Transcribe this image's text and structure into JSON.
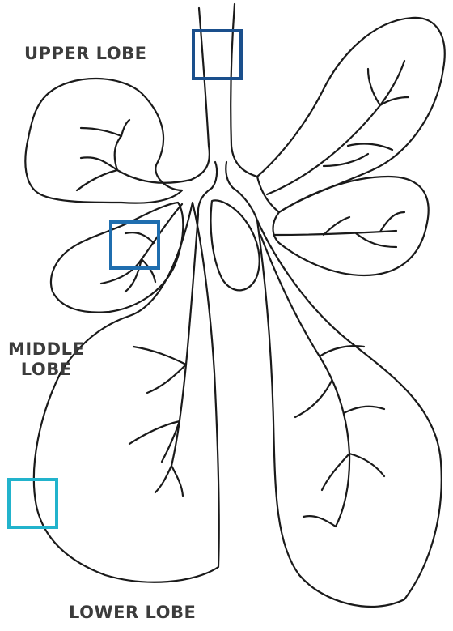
{
  "labels": {
    "upper": "UPPER LOBE",
    "middle_line1": "MIDDLE",
    "middle_line2": "LOBE",
    "lower": "LOWER LOBE"
  },
  "highlights": [
    {
      "name": "trachea-box",
      "color": "#1a4f8c"
    },
    {
      "name": "middle-lobe-bronchi-box",
      "color": "#1f6eaf"
    },
    {
      "name": "lower-lobe-edge-box",
      "color": "#22b3cc"
    }
  ]
}
